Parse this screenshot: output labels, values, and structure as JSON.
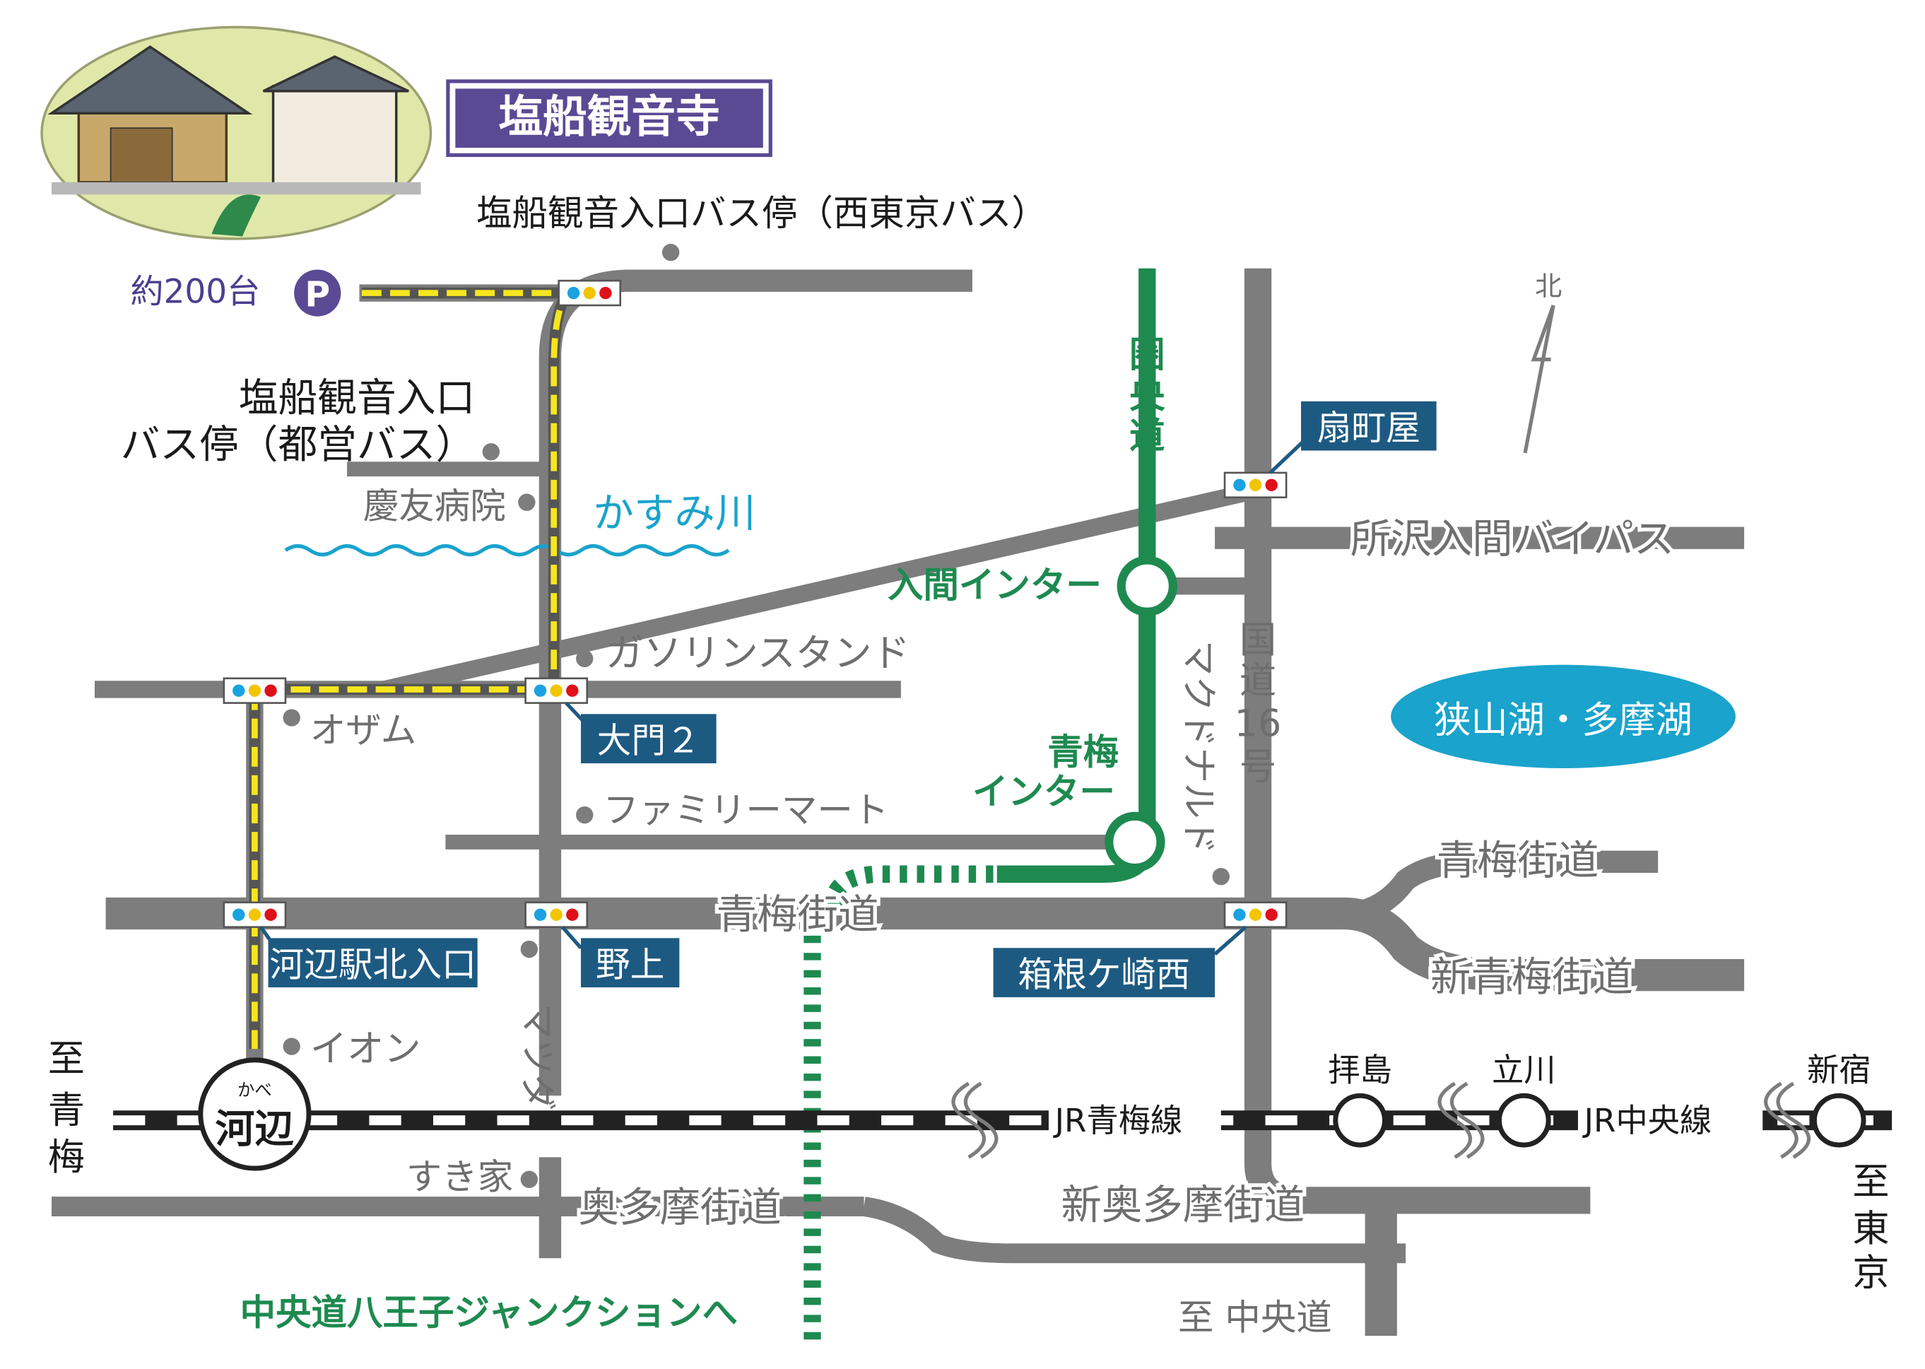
{
  "temple": {
    "name": "塩船観音寺"
  },
  "parking": {
    "label": "約200台",
    "symbol": "P"
  },
  "north": {
    "label": "北"
  },
  "bus_stops": {
    "west_tokyo": "塩船観音入口バス停（西東京バス）",
    "toei_line1": "塩船観音入口",
    "toei_line2": "バス停（都営バス）"
  },
  "river": "かすみ川",
  "landmarks": {
    "hospital": "慶友病院",
    "gas_station": "ガソリンスタンド",
    "ozamu": "オザム",
    "familymart": "ファミリーマート",
    "aeon": "イオン",
    "sukiya": "すき家",
    "matsuda": "マツダ",
    "mcdonalds": "マクドナルド",
    "lake": "狭山湖・多摩湖"
  },
  "intersections": {
    "ogimachiya": "扇町屋",
    "daimon2": "大門２",
    "kabe_kita": "河辺駅北入口",
    "nogami": "野上",
    "hakonegasaki": "箱根ケ崎西"
  },
  "roads": {
    "kenodo": "圏央道",
    "iruma_ic": "入間インター",
    "ome_ic_line1": "青梅",
    "ome_ic_line2": "インター",
    "route16_line1": "国道",
    "route16_line2": "16",
    "route16_line3": "号",
    "tokorozawa_bypass": "所沢入間バイパス",
    "ome_kaido_main": "青梅街道",
    "ome_kaido_branch": "青梅街道",
    "shin_ome_kaido": "新青梅街道",
    "okutama_kaido": "奥多摩街道",
    "shin_okutama_kaido": "新奥多摩街道",
    "to_chuo_expressway": "至 中央道",
    "to_hachioji_jct": "中央道八王子ジャンクションへ"
  },
  "rail": {
    "ome_line": "JR青梅線",
    "chuo_line": "JR中央線",
    "kabe_ruby": "かべ",
    "kabe": "河辺",
    "haijima": "拝島",
    "tachikawa": "立川",
    "shinjuku": "新宿",
    "to_ome_line1": "至",
    "to_ome_line2": "青",
    "to_ome_line3": "梅",
    "to_tokyo_line1": "至",
    "to_tokyo_line2": "東",
    "to_tokyo_line3": "京"
  },
  "colors": {
    "road": "#7d7d7d",
    "expressway": "#1e8a50",
    "route_highlight": "#f5e61e",
    "title_bg": "#5a4a94",
    "intersection_label_bg": "#1d5a82",
    "lake": "#1aa3cc",
    "river": "#1aa3cc"
  }
}
